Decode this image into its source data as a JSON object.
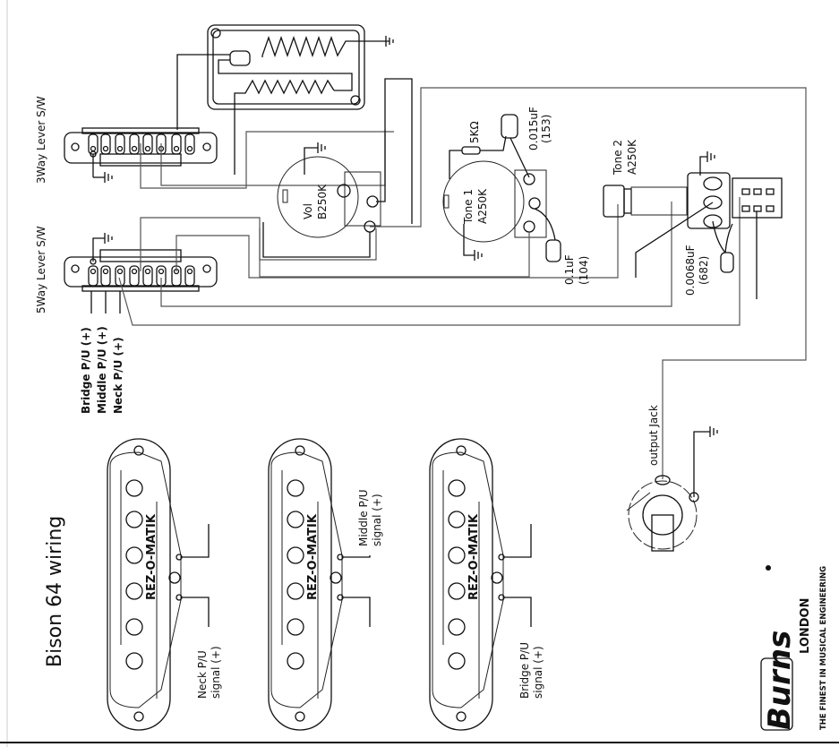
{
  "title": "Bison 64 wiring",
  "switches": {
    "three_way": "3Way Lever S/W",
    "five_way": "5Way Lever S/W",
    "pickup_inputs": [
      "Bridge P/U (+)",
      "Middle P/U (+)",
      "Neck   P/U (+)"
    ]
  },
  "pots": {
    "volume": {
      "line1": "Vol",
      "line2": "B250K"
    },
    "tone1": {
      "line1": "Tone 1",
      "line2": "A250K"
    },
    "tone2": {
      "line1": "Tone 2",
      "line2": "A250K"
    }
  },
  "components": {
    "resistor": "5KΩ",
    "cap1": {
      "value": "0.015uF",
      "code": "(153)"
    },
    "cap2": {
      "value": "0.1uF",
      "code": "(104)"
    },
    "cap3": {
      "value": "0.0068uF",
      "code": "(682)"
    },
    "jack": "output Jack"
  },
  "pickups": [
    {
      "name": "neck",
      "brand": "REZ-O-MATIK",
      "signal_line1": "Neck P/U",
      "signal_line2": "signal (+)"
    },
    {
      "name": "middle",
      "brand": "REZ-O-MATIK",
      "signal_line1": "Middle P/U",
      "signal_line2": "signal (+)"
    },
    {
      "name": "bridge",
      "brand": "REZ-O-MATIK",
      "signal_line1": "Bridge P/U",
      "signal_line2": "signal (+)"
    }
  ],
  "logo": {
    "brand": "Burns",
    "sub": "LONDON",
    "tagline": "THE FINEST IN MUSICAL ENGINEERING"
  }
}
